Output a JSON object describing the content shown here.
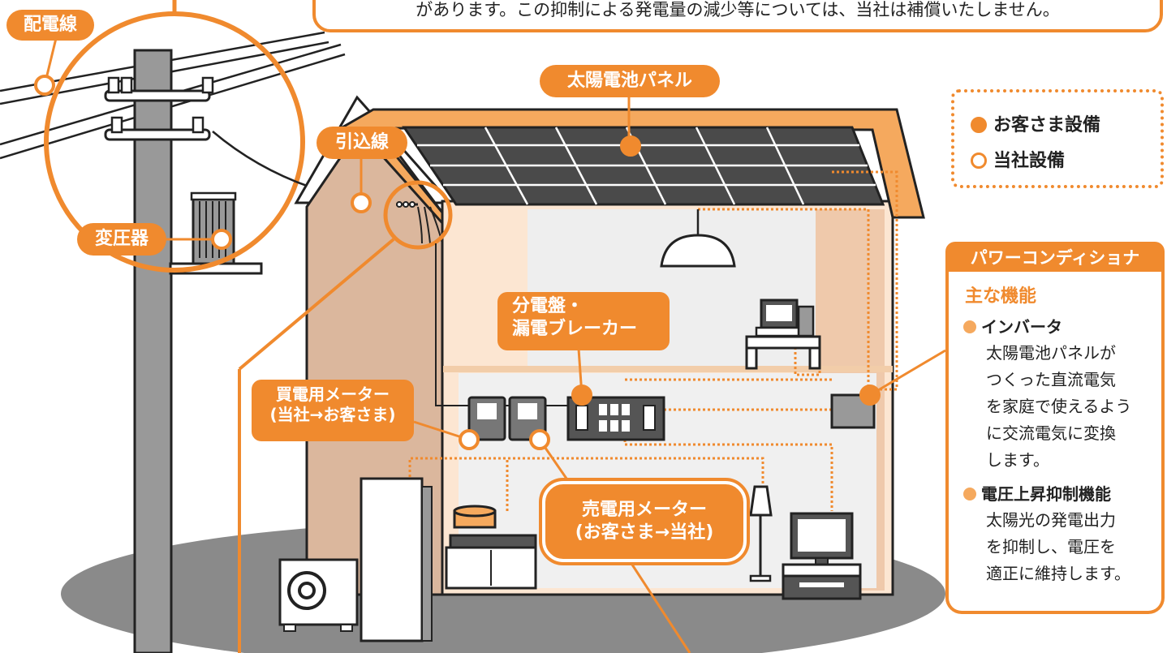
{
  "top_note": {
    "text": "があります。この抑制による発電量の減少等については、当社は補償いたしません。"
  },
  "labels": {
    "distribution_line": "配電線",
    "solar_panel": "太陽電池パネル",
    "service_drop": "引込線",
    "transformer": "変圧器",
    "distribution_board": "分電盤・\n漏電ブレーカー",
    "purchase_meter": "買電用メーター\n(当社→お客さま)",
    "sale_meter": "売電用メーター\n(お客さま→当社)"
  },
  "legend": {
    "customer_equipment": "お客さま設備",
    "company_equipment": "当社設備",
    "customer_color": "#F08A2E",
    "company_color": "#ffffff"
  },
  "info_box": {
    "header": "パワーコンディショナ",
    "title": "主な機能",
    "features": [
      {
        "name": "インバータ",
        "description": "太陽電池パネルが\nつくった直流電気\nを家庭で使えるよう\nに交流電気に変換\nします。"
      },
      {
        "name": "電圧上昇抑制機能",
        "description": "太陽光の発電出力\nを抑制し、電圧を\n適正に維持します。"
      }
    ]
  },
  "colors": {
    "accent": "#F08A2E",
    "accent_light": "#F5A95E",
    "wall": "#FCE6D2",
    "ground": "#8A8A8A",
    "panel": "#4A4A4A"
  }
}
